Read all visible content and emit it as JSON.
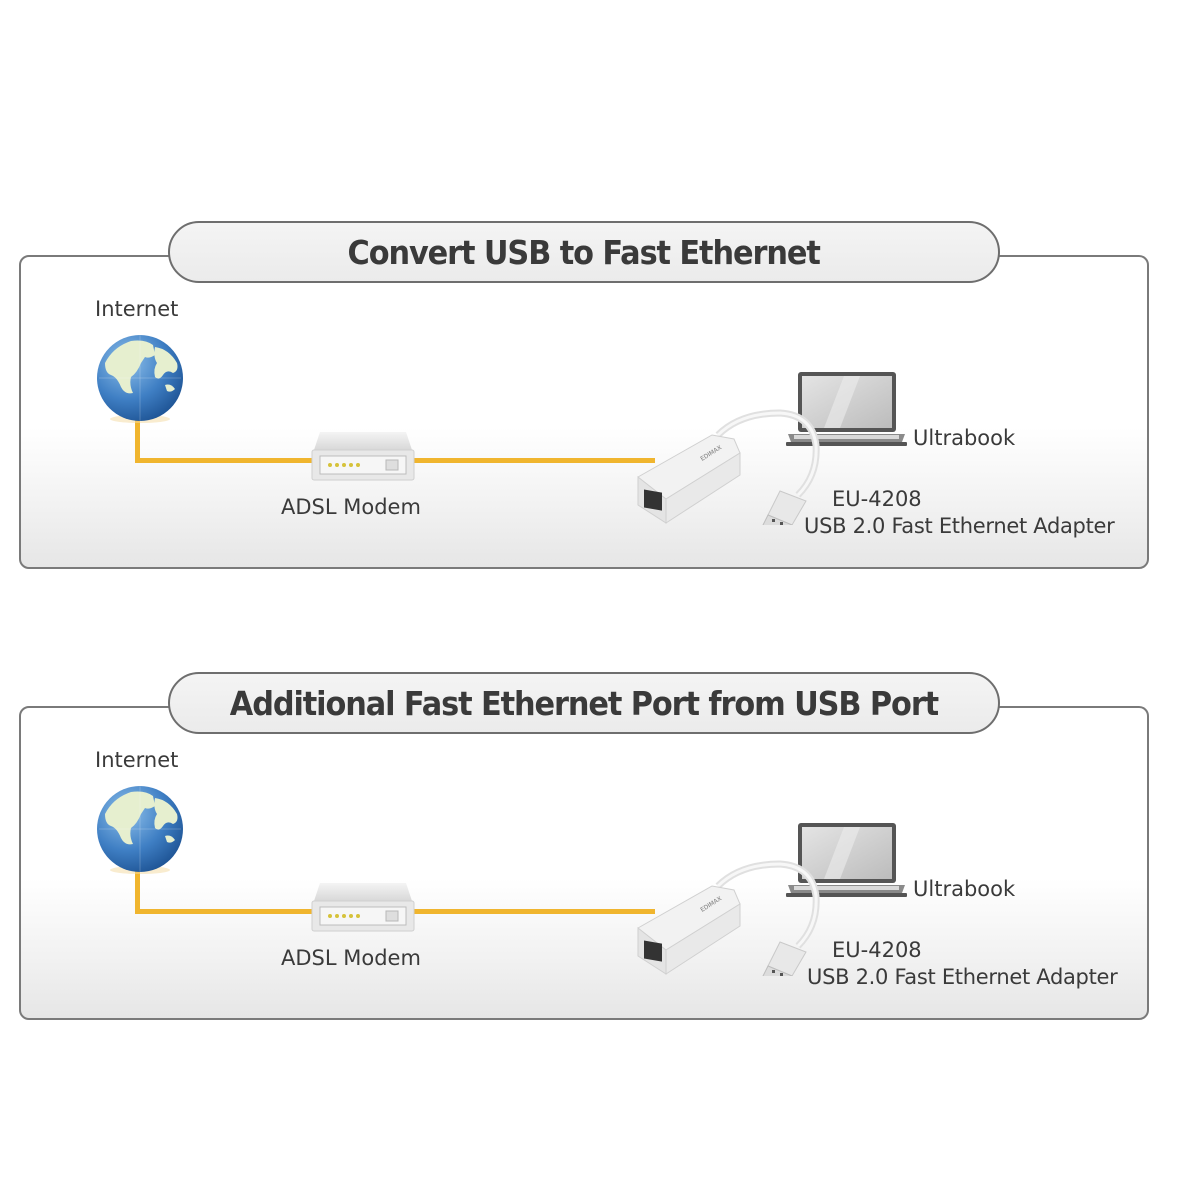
{
  "diagram": {
    "panels": [
      {
        "title": "Convert USB to Fast Ethernet",
        "internet_label": "Internet",
        "modem_label": "ADSL Modem",
        "laptop_label": "Ultrabook",
        "adapter_model": "EU-4208",
        "adapter_description": "USB 2.0 Fast Ethernet Adapter",
        "adapter_brand": "EDIMAX"
      },
      {
        "title": "Additional Fast Ethernet Port from USB Port",
        "internet_label": "Internet",
        "modem_label": "ADSL Modem",
        "laptop_label": "Ultrabook",
        "adapter_model": "EU-4208",
        "adapter_description": "USB 2.0 Fast Ethernet Adapter",
        "adapter_brand": "EDIMAX"
      }
    ],
    "icons": {
      "internet": "globe-icon",
      "modem": "modem-icon",
      "adapter": "usb-ethernet-adapter-icon",
      "laptop": "laptop-icon"
    },
    "colors": {
      "cable": "#f0b52e",
      "title_text": "#3a3a3a",
      "border": "#7a7a7a",
      "ocean": "#3f7fc4",
      "land": "#e6efcf"
    }
  }
}
